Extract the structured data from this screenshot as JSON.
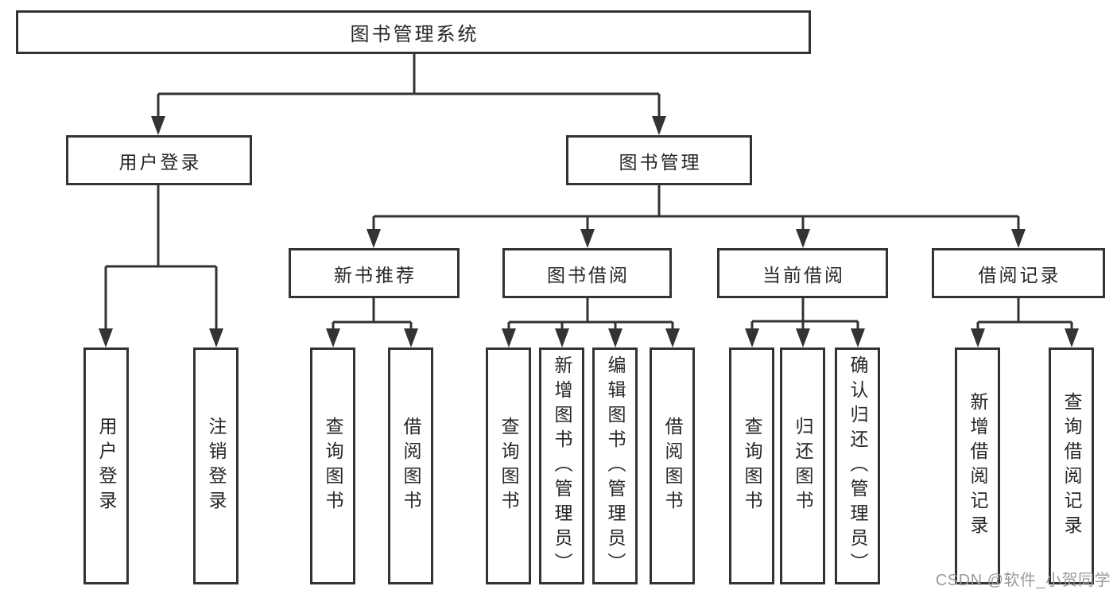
{
  "diagram": {
    "title_node": {
      "label": "图书管理系统"
    },
    "level2": {
      "user_login": {
        "label": "用户登录"
      },
      "book_mgmt": {
        "label": "图书管理"
      }
    },
    "level3": {
      "new_book_rec": {
        "label": "新书推荐"
      },
      "book_borrow": {
        "label": "图书借阅"
      },
      "current_borrow": {
        "label": "当前借阅"
      },
      "borrow_record": {
        "label": "借阅记录"
      }
    },
    "leaves": {
      "user_login_leaf": {
        "label": "用户登录"
      },
      "logout": {
        "label": "注销登录"
      },
      "query_book_1": {
        "label": "查询图书"
      },
      "borrow_book_1": {
        "label": "借阅图书"
      },
      "query_book_2": {
        "label": "查询图书"
      },
      "add_book_admin": {
        "label": "新增图书（管理员）"
      },
      "edit_book_admin": {
        "label": "编辑图书（管理员）"
      },
      "borrow_book_2": {
        "label": "借阅图书"
      },
      "query_book_3": {
        "label": "查询图书"
      },
      "return_book": {
        "label": "归还图书"
      },
      "confirm_return_admin": {
        "label": "确认归还（管理员）"
      },
      "add_borrow_record": {
        "label": "新增借阅记录"
      },
      "query_borrow_record": {
        "label": "查询借阅记录"
      }
    }
  },
  "watermark": {
    "text": "CSDN @软件_小贺同学"
  },
  "colors": {
    "line": "#333333",
    "text": "#262626",
    "box_bg": "#ffffff",
    "watermark": "#9b9b9b"
  }
}
